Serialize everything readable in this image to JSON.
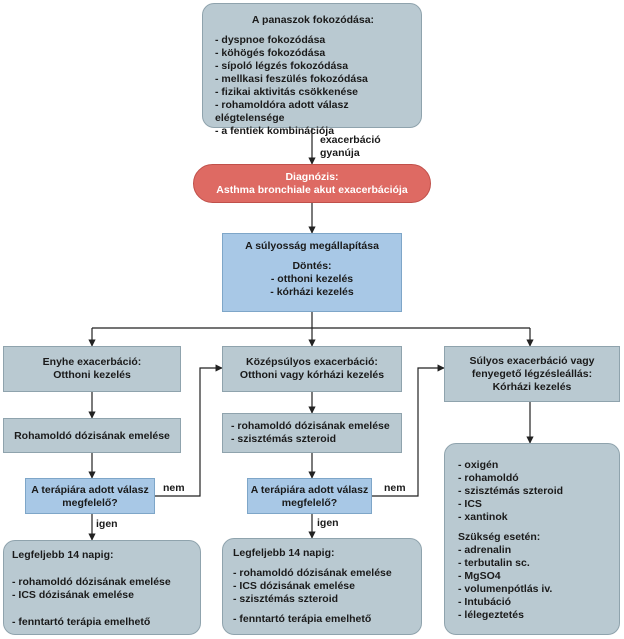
{
  "symptoms": {
    "title": "A panaszok fokozódása:",
    "items": [
      "dyspnoe fokozódása",
      "köhögés fokozódása",
      "sípoló légzés fokozódása",
      "mellkasi feszülés fokozódása",
      "fizikai aktivitás csökkenése",
      "rohamoldóra adott válasz elégtelensége",
      "a fentiek kombinációja"
    ]
  },
  "suspicion_label": [
    "exacerbáció",
    "gyanúja"
  ],
  "diagnosis": {
    "line1": "Diagnózis:",
    "line2": "Asthma bronchiale akut exacerbációja"
  },
  "severity": {
    "title": "A súlyosság megállapítása",
    "decision": "Döntés:",
    "items": [
      "otthoni kezelés",
      "kórházi kezelés"
    ]
  },
  "mild": {
    "title": [
      "Enyhe exacerbáció:",
      "Otthoni kezelés"
    ],
    "action": "Rohamoldó dózisának emelése",
    "question": [
      "A terápiára adott válasz",
      "megfelelő?"
    ],
    "yes": "igen",
    "no": "nem",
    "outcome": {
      "title": "Legfeljebb 14 napig:",
      "items": [
        "rohamoldó dózisának emelése",
        "ICS dózisának emelése"
      ],
      "footer": "fenntartó terápia emelhető"
    }
  },
  "moderate": {
    "title": [
      "Középsúlyos exacerbáció:",
      "Otthoni vagy kórházi kezelés"
    ],
    "actions": [
      "rohamoldó dózisának emelése",
      "szisztémás szteroid"
    ],
    "question": [
      "A terápiára adott válasz",
      "megfelelő?"
    ],
    "yes": "igen",
    "no": "nem",
    "outcome": {
      "title": "Legfeljebb 14 napig:",
      "items": [
        "rohamoldó dózisának emelése",
        "ICS dózisának emelése",
        "szisztémás szteroid"
      ],
      "footer": "fenntartó terápia emelhető"
    }
  },
  "severe": {
    "title": [
      "Súlyos exacerbáció vagy",
      "fenyegető légzésleállás:",
      "Kórházi kezelés"
    ],
    "treatment": {
      "items": [
        "oxigén",
        "rohamoldó",
        "szisztémás szteroid",
        "ICS",
        "xantinok"
      ],
      "needed_title": "Szükség esetén:",
      "needed_items": [
        "adrenalin",
        "terbutalin sc.",
        "MgSO4",
        "volumenpótlás iv.",
        "Intubáció",
        "lélegeztetés"
      ]
    }
  },
  "colors": {
    "box": "#b9c9d1",
    "decision": "#a8c8e6",
    "diagnosis": "#de6a63",
    "line": "#222222"
  }
}
